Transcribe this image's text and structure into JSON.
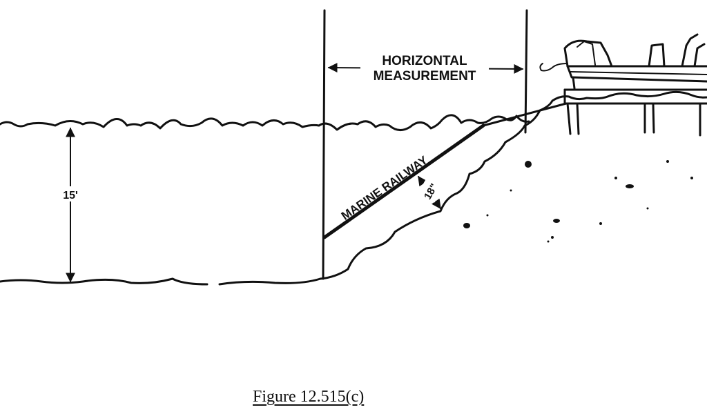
{
  "labels": {
    "horizontal_line1": "HORIZONTAL",
    "horizontal_line2": "MEASUREMENT",
    "railway": "MARINE RAILWAY",
    "depth": "15'",
    "clearance": "18\""
  },
  "caption": "Figure 12.515(c)"
}
